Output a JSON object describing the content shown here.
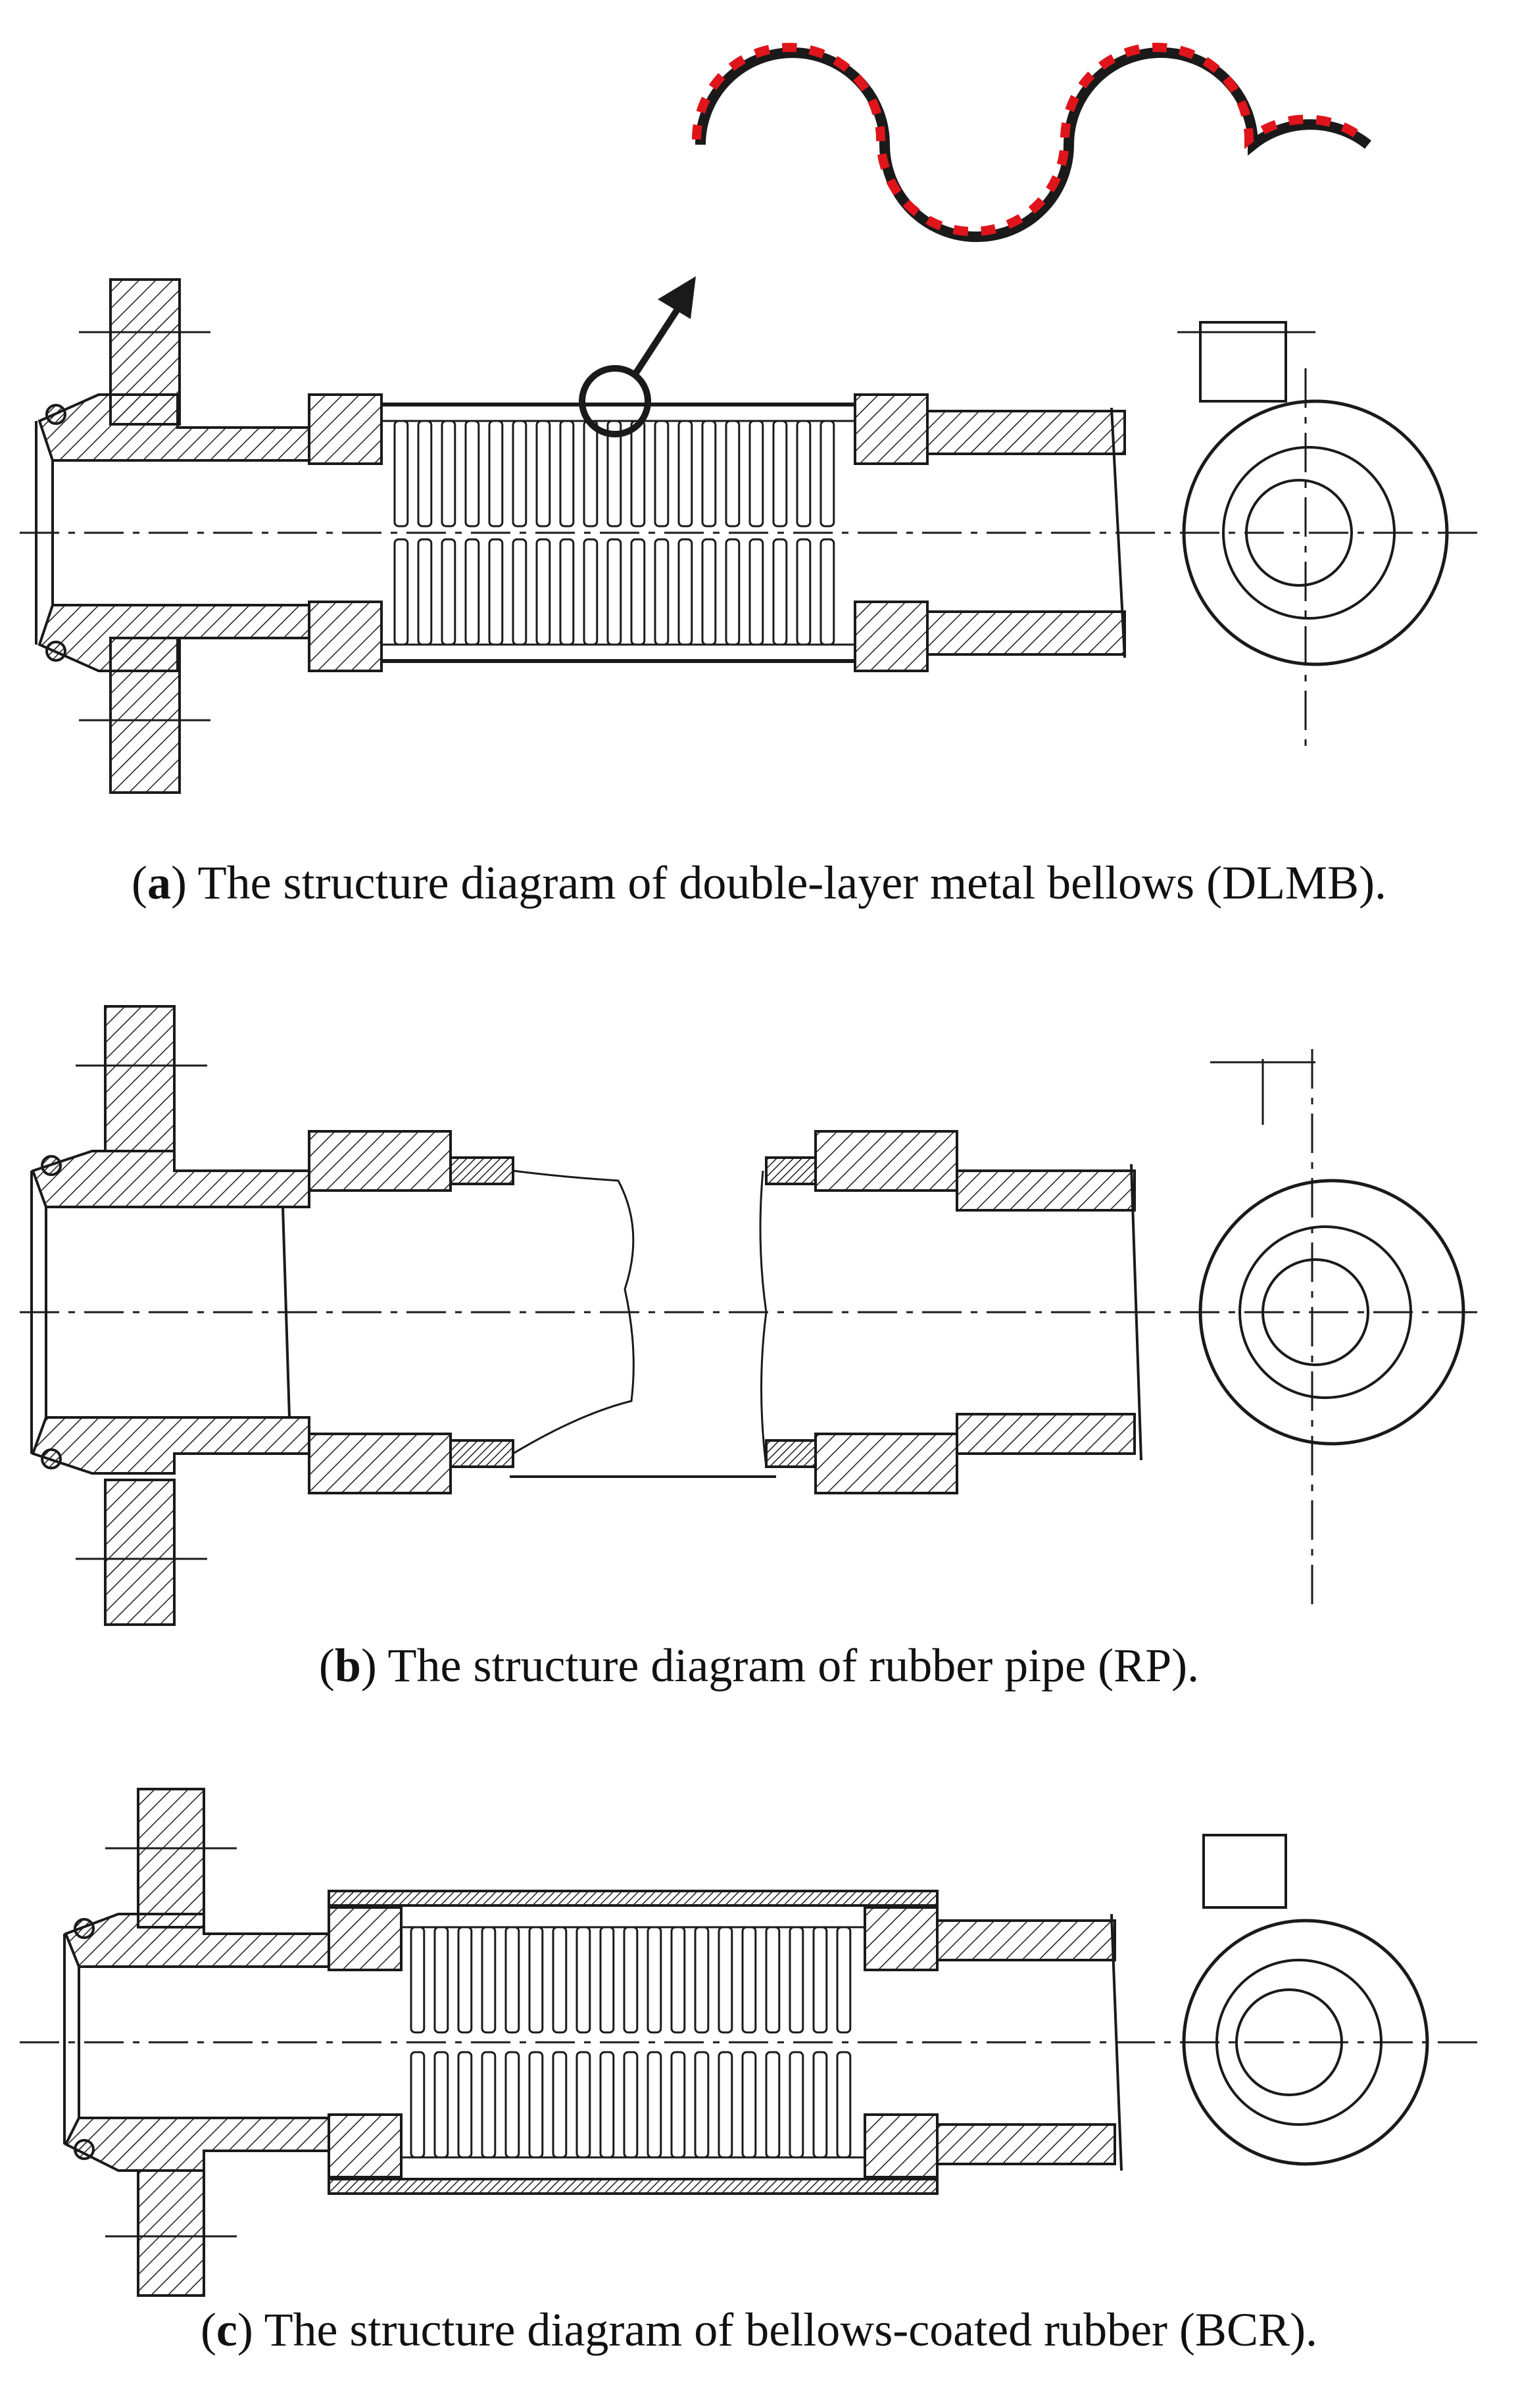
{
  "colors": {
    "line": "#1a1a1a",
    "accent": "#e0141b",
    "background": "#ffffff"
  },
  "panels": [
    {
      "letter": "a",
      "open": "(",
      "close": ")",
      "text": " The structure diagram of double-layer metal bellows (DLMB)."
    },
    {
      "letter": "b",
      "open": "(",
      "close": ")",
      "text": " The structure diagram of rubber pipe (RP)."
    },
    {
      "letter": "c",
      "open": "(",
      "close": ")",
      "text": " The structure diagram of bellows-coated rubber (BCR)."
    }
  ]
}
